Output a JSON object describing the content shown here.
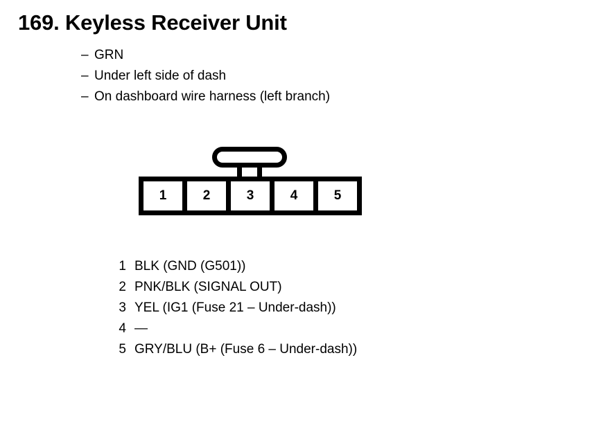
{
  "page": {
    "title": "169. Keyless Receiver Unit",
    "background_color": "#ffffff",
    "ink_color": "#000000"
  },
  "notes": [
    {
      "dash": "–",
      "text": "GRN"
    },
    {
      "dash": "–",
      "text": "Under left side of dash"
    },
    {
      "dash": "–",
      "text": "On dashboard wire harness (left branch)"
    }
  ],
  "connector": {
    "name": "5-pin connector",
    "pin_count": 5,
    "locking_tab": "top-center rounded tab above pin 3",
    "pins": [
      {
        "number": "1"
      },
      {
        "number": "2"
      },
      {
        "number": "3"
      },
      {
        "number": "4"
      },
      {
        "number": "5"
      }
    ]
  },
  "pin_legend": [
    {
      "number": "1",
      "description": "BLK (GND (G501))"
    },
    {
      "number": "2",
      "description": "PNK/BLK (SIGNAL OUT)"
    },
    {
      "number": "3",
      "description": "YEL (IG1 (Fuse 21 – Under-dash))"
    },
    {
      "number": "4",
      "description": "—"
    },
    {
      "number": "5",
      "description": "GRY/BLU (B+ (Fuse 6 – Under-dash))"
    }
  ]
}
